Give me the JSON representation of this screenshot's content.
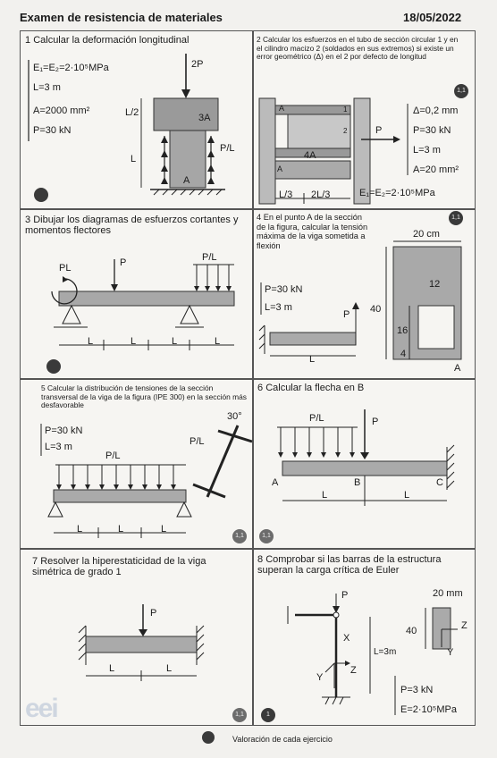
{
  "header": {
    "title": "Examen de resistencia de materiales",
    "date": "18/05/2022"
  },
  "problems": [
    {
      "number": "1",
      "text": "Calcular la deformación longitudinal",
      "data": [
        "E₁=E₂=2·10⁵MPa",
        "L=3 m",
        "A=2000 mm²",
        "P=30 kN"
      ],
      "labels": {
        "load": "2P",
        "area1": "3A",
        "area2": "A",
        "half": "L/2",
        "len": "L",
        "pl": "P/L"
      },
      "badge": ""
    },
    {
      "number": "2",
      "text": "Calcular los esfuerzos en el tubo de sección circular 1 y en el cilindro macizo 2 (soldados en sus extremos) si existe un error geométrico (Δ) en el 2 por defecto de longitud",
      "data": [
        "Δ=0,2 mm",
        "P=30 kN",
        "L=3 m",
        "A=20 mm²"
      ],
      "labels": {
        "a": "A",
        "four_a": "4A",
        "a2": "A",
        "tube": "1",
        "cyl": "2",
        "p": "P",
        "l3": "L/3",
        "two_l3": "2L/3",
        "e": "E₁=E₂=2·10⁵MPa"
      },
      "badge": "1,1"
    },
    {
      "number": "3",
      "text": "Dibujar los diagramas de esfuerzos cortantes y momentos flectores",
      "labels": {
        "pl": "PL",
        "p": "P",
        "pdl": "P/L",
        "l": "L"
      },
      "badge": ""
    },
    {
      "number": "4",
      "text": "En el punto A de la sección de la figura, calcular la tensión máxima de la viga sometida a flexión",
      "data": [
        "P=30 kN",
        "L=3 m"
      ],
      "labels": {
        "w": "20 cm",
        "inner": "12",
        "h": "40",
        "h16": "16",
        "h4": "4",
        "a": "A",
        "p": "P",
        "l": "L"
      },
      "badge": "1,1"
    },
    {
      "number": "5",
      "text": "Calcular la distribución de tensiones de la sección transversal de la viga de la figura (IPE 300) en la sección más desfavorable",
      "data": [
        "P=30 kN",
        "L=3 m"
      ],
      "labels": {
        "angle": "30°",
        "pl": "P/L",
        "pl2": "P/L",
        "l": "L"
      },
      "badge": "1,1"
    },
    {
      "number": "6",
      "text": "Calcular la flecha en B",
      "labels": {
        "pl": "P/L",
        "p": "P",
        "a": "A",
        "b": "B",
        "c": "C",
        "l": "L"
      },
      "badge": "1,1"
    },
    {
      "number": "7",
      "text": "Resolver la hiperestaticidad de la viga simétrica de grado 1",
      "labels": {
        "p": "P",
        "l": "L"
      },
      "badge": "1,1"
    },
    {
      "number": "8",
      "text": "Comprobar si las barras de la estructura superan la carga crítica de Euler",
      "data": [
        "P=3 kN",
        "E=2·10⁵MPa"
      ],
      "labels": {
        "p": "P",
        "w": "20 mm",
        "h": "40",
        "x": "X",
        "y": "Y",
        "z": "Z",
        "len": "L=3m"
      },
      "badge": "1"
    }
  ],
  "footer": {
    "note": "Valoración de cada ejercicio"
  },
  "logo": "eei"
}
